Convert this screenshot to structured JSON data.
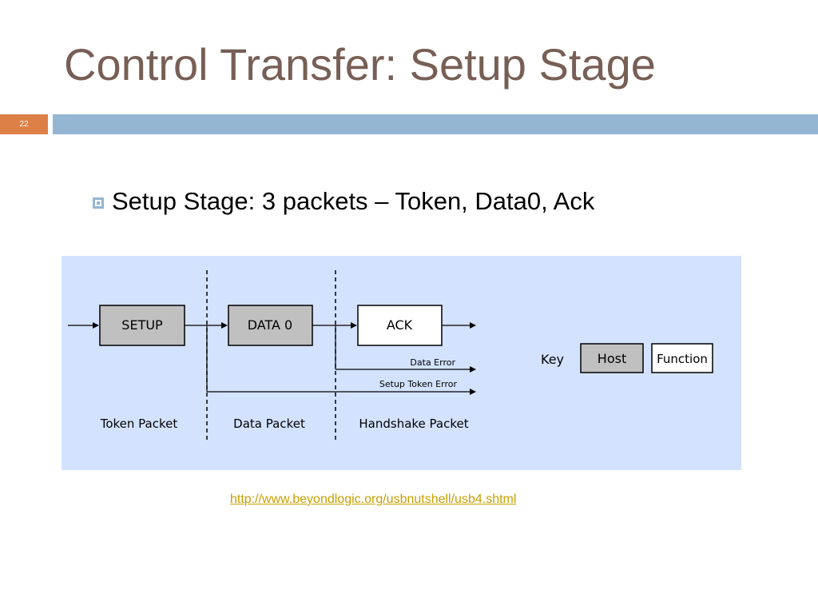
{
  "slide": {
    "title": "Control Transfer: Setup Stage",
    "number": "22"
  },
  "bullet": {
    "text": "Setup Stage: 3 packets – Token, Data0, Ack"
  },
  "diagram": {
    "boxes": {
      "setup": "SETUP",
      "data0": "DATA 0",
      "ack": "ACK"
    },
    "error_labels": {
      "data_error": "Data Error",
      "setup_token_error": "Setup Token Error"
    },
    "sections": {
      "token": "Token Packet",
      "data": "Data Packet",
      "handshake": "Handshake Packet"
    },
    "key": {
      "label": "Key",
      "host": "Host",
      "function": "Function"
    },
    "colors": {
      "background": "#d3e2ff",
      "host_fill": "#c0c0c0",
      "function_fill": "#ffffff"
    }
  },
  "source": {
    "url": "http://www.beyondlogic.org/usbnutshell/usb4.shtml"
  }
}
